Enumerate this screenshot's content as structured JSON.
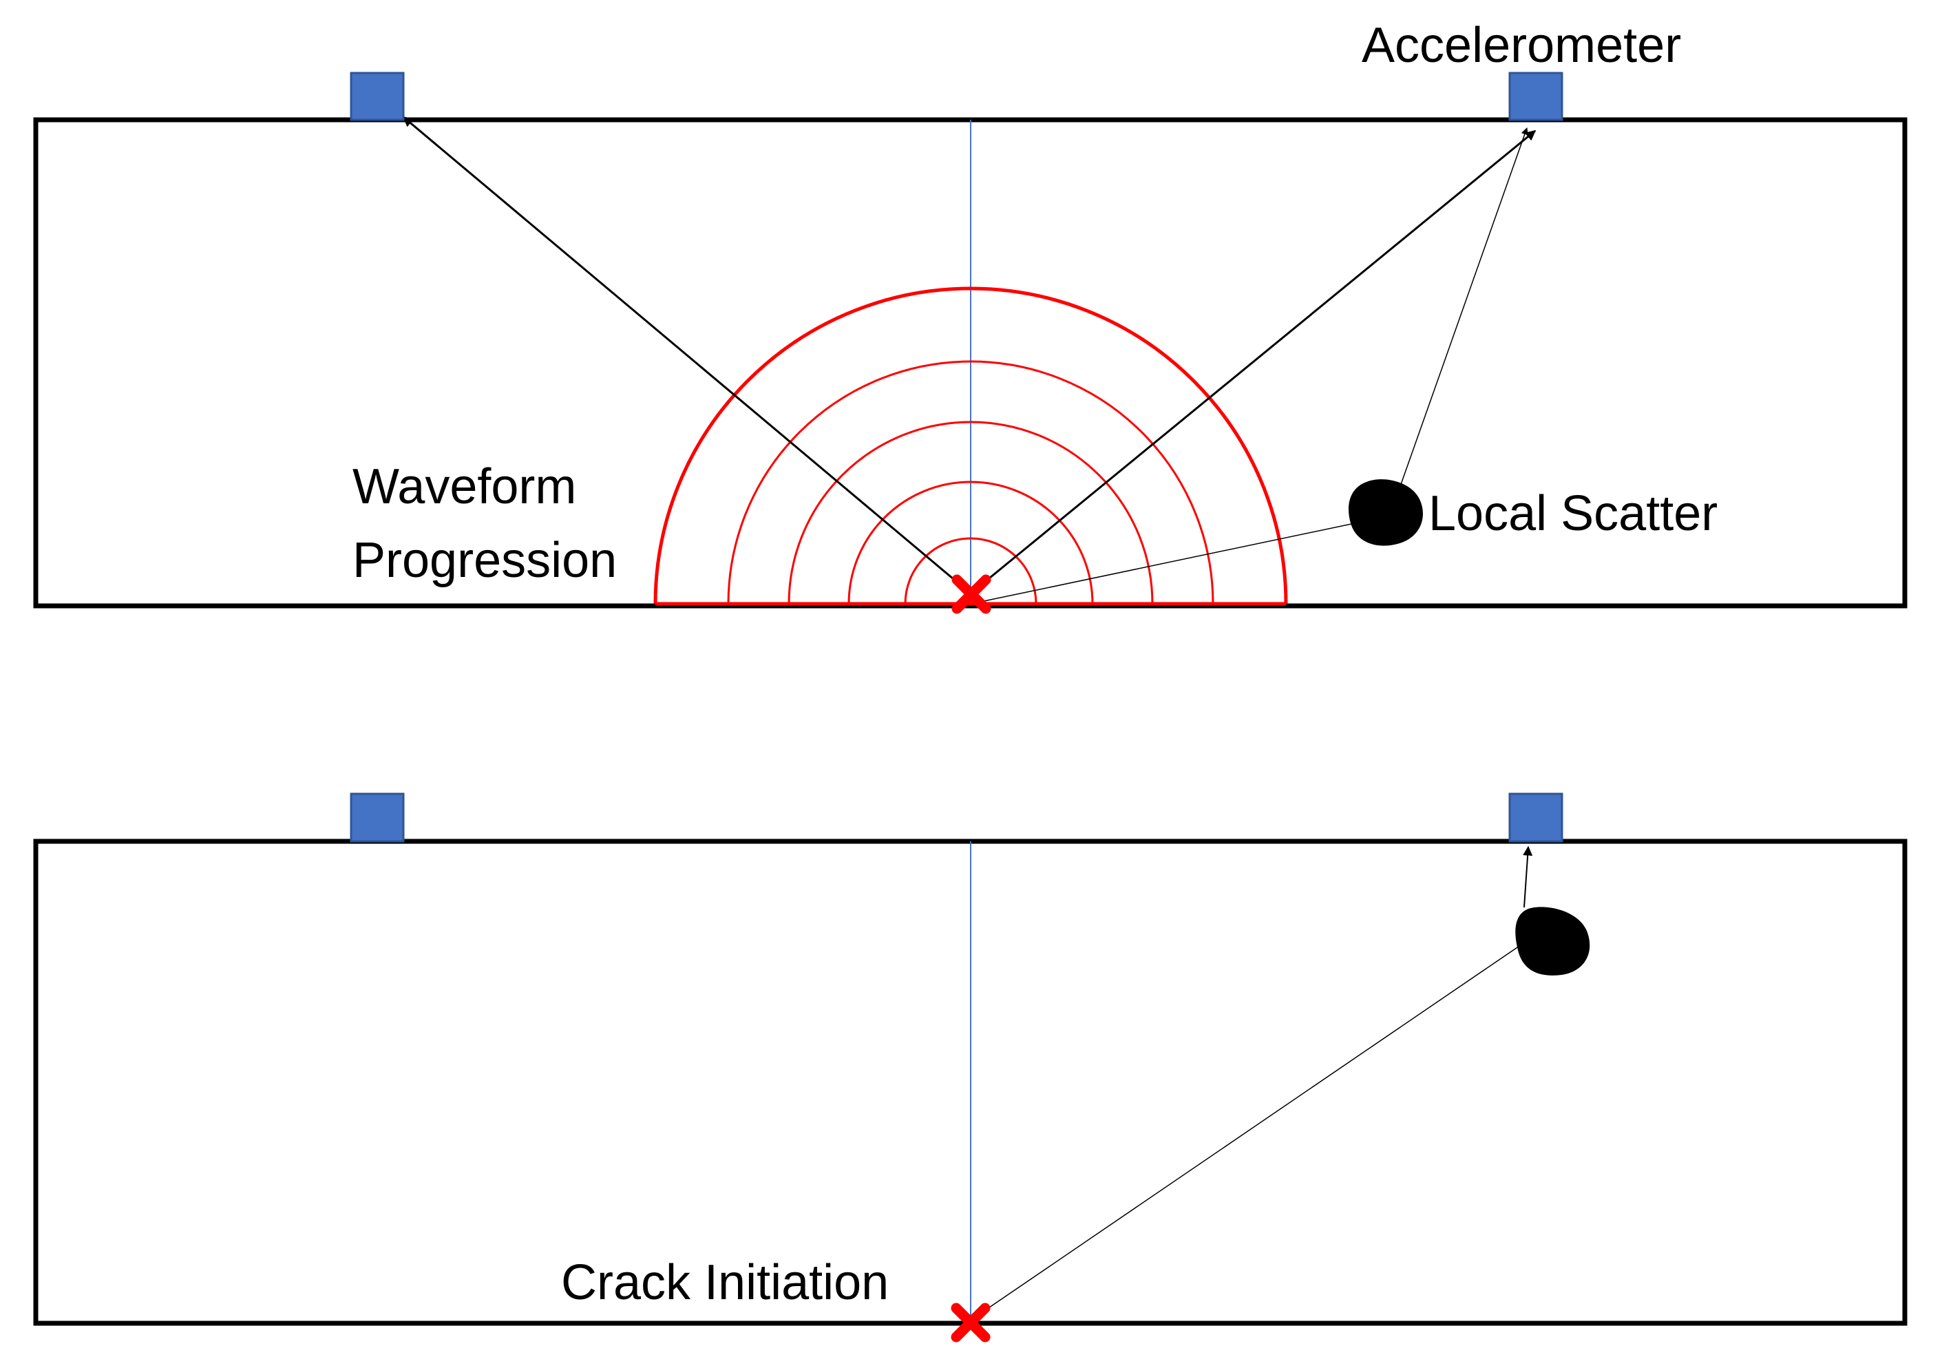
{
  "labels": {
    "accelerometer": "Accelerometer",
    "waveform_line1": "Waveform",
    "waveform_line2": "Progression",
    "local_scatter": "Local Scatter",
    "crack_initiation": "Crack Initiation"
  },
  "colors": {
    "outline": "#000000",
    "sensor": "#4472C4",
    "centerline": "#4472C4",
    "wavefront": "#FF0000",
    "crack": "#FF0000",
    "scatterer": "#000000"
  },
  "icons": {
    "sensor": "blue-square",
    "crack": "red-x",
    "scatterer": "black-blob"
  }
}
